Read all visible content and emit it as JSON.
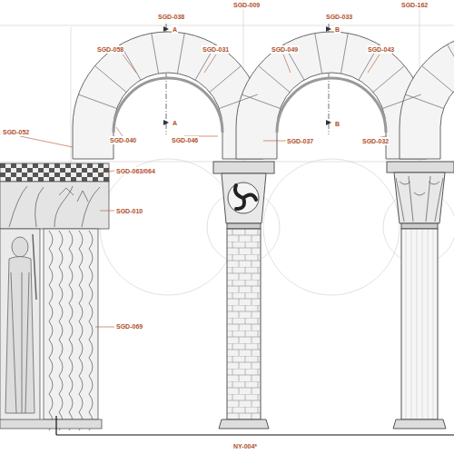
{
  "diagram": {
    "labels": [
      "SGD-038",
      "A",
      "SGD-009",
      "SGD-033",
      "B",
      "SGD-162",
      "SGD-058",
      "SGD-031",
      "SGD-049",
      "SGD-043",
      "SGD-052",
      "SGD-040",
      "A",
      "SGD-046",
      "SGD-037",
      "B",
      "SGD-032",
      "SGD-063/064",
      "SGD-010",
      "SGD-069",
      "NY-004*"
    ]
  }
}
